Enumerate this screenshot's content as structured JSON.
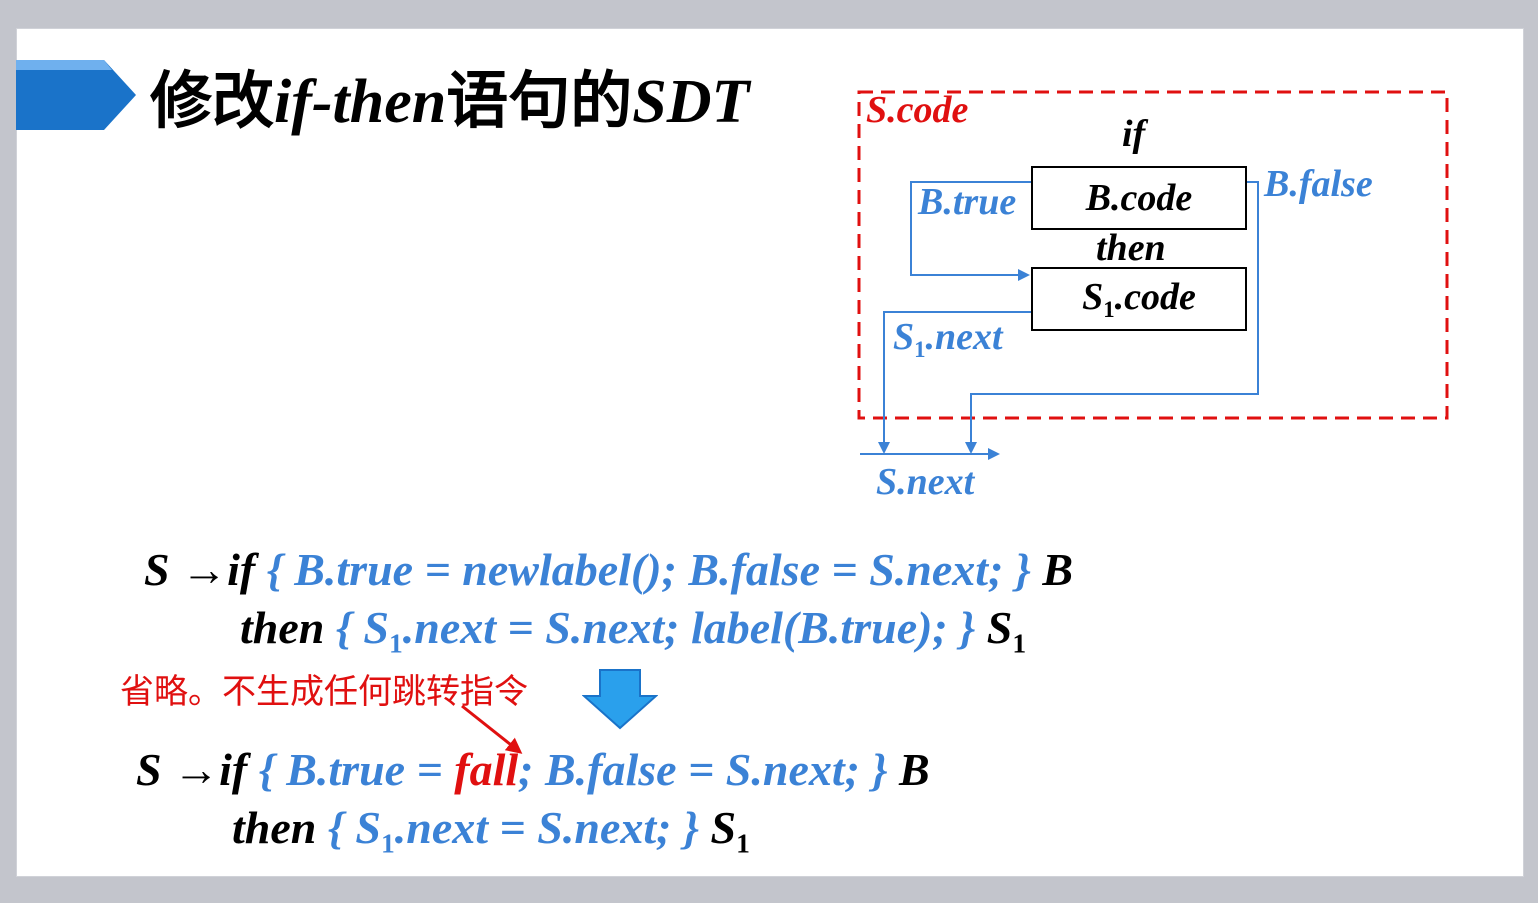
{
  "title": {
    "part1": "修改",
    "part2": "if-then",
    "part3": "语句的",
    "part4": "SDT"
  },
  "diagram": {
    "region_label": "S.code",
    "if_label": "if",
    "then_label": "then",
    "b_code": "B.code",
    "s1_code_prefix": "S",
    "s1_code_sub": "1",
    "s1_code_suffix": ".code",
    "b_true": "B.true",
    "b_false": "B.false",
    "s1_next_prefix": "S",
    "s1_next_sub": "1",
    "s1_next_suffix": ".next",
    "s_next": "S.next"
  },
  "rule1": {
    "line1_head": "S →if",
    "line1_action": "{ B.true = newlabel(); B.false = S.next; }",
    "line1_tail": "B",
    "line2_head": "then",
    "line2_action_a": "{ S",
    "line2_action_sub": "1",
    "line2_action_b": ".next = S.next; label(B.true); }",
    "line2_tail": "S",
    "line2_tail_sub": "1"
  },
  "note": "省略。不生成任何跳转指令",
  "rule2": {
    "line1_head": "S →if",
    "line1_action_a": "{ B.true = ",
    "line1_fall": "fall",
    "line1_action_b": "; B.false = S.next; }",
    "line1_tail": "B",
    "line2_head": "then",
    "line2_action_a": "{ S",
    "line2_action_sub": "1",
    "line2_action_b": ".next = S.next; }",
    "line2_tail": "S",
    "line2_tail_sub": "1"
  },
  "colors": {
    "accent_blue": "#3b82d6",
    "dashed_red": "#e01010",
    "banner_blue": "#1a73c9",
    "arrow_blue": "#2aa0ec"
  }
}
